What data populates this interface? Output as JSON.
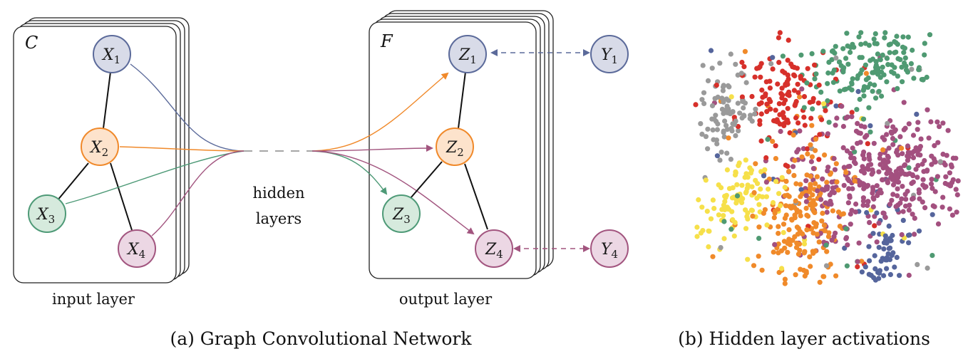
{
  "panel_a": {
    "caption": "(a) Graph Convolutional Network",
    "input_card": {
      "letter": "C",
      "layer_label": "input layer",
      "nodes": [
        {
          "id": "X1",
          "base": "X",
          "sub": "1",
          "color": "#5b6a9a",
          "fill": "#d8dbe8"
        },
        {
          "id": "X2",
          "base": "X",
          "sub": "2",
          "color": "#f0892a",
          "fill": "#fde3cc"
        },
        {
          "id": "X3",
          "base": "X",
          "sub": "3",
          "color": "#4e9a77",
          "fill": "#d6eadd"
        },
        {
          "id": "X4",
          "base": "X",
          "sub": "4",
          "color": "#a2557f",
          "fill": "#ecd7e4"
        }
      ]
    },
    "hidden": {
      "line1": "hidden",
      "line2": "layers"
    },
    "output_card": {
      "letter": "F",
      "layer_label": "output layer",
      "nodes": [
        {
          "id": "Z1",
          "base": "Z",
          "sub": "1",
          "color": "#5b6a9a",
          "fill": "#d8dbe8"
        },
        {
          "id": "Z2",
          "base": "Z",
          "sub": "2",
          "color": "#f0892a",
          "fill": "#fde3cc"
        },
        {
          "id": "Z3",
          "base": "Z",
          "sub": "3",
          "color": "#4e9a77",
          "fill": "#d6eadd"
        },
        {
          "id": "Z4",
          "base": "Z",
          "sub": "4",
          "color": "#a2557f",
          "fill": "#ecd7e4"
        }
      ]
    },
    "labels": [
      {
        "id": "Y1",
        "base": "Y",
        "sub": "1",
        "color": "#5b6a9a",
        "fill": "#d8dbe8"
      },
      {
        "id": "Y4",
        "base": "Y",
        "sub": "4",
        "color": "#a2557f",
        "fill": "#ecd7e4"
      }
    ]
  },
  "panel_b": {
    "caption": "(b) Hidden layer activations",
    "clusters": [
      {
        "name": "green",
        "color": "#4f9a72"
      },
      {
        "name": "red",
        "color": "#d7302a"
      },
      {
        "name": "gray",
        "color": "#9a9a9a"
      },
      {
        "name": "purple",
        "color": "#a3507f"
      },
      {
        "name": "yellow",
        "color": "#f6e04a"
      },
      {
        "name": "orange",
        "color": "#f08a2a"
      },
      {
        "name": "blue",
        "color": "#55659c"
      }
    ]
  }
}
